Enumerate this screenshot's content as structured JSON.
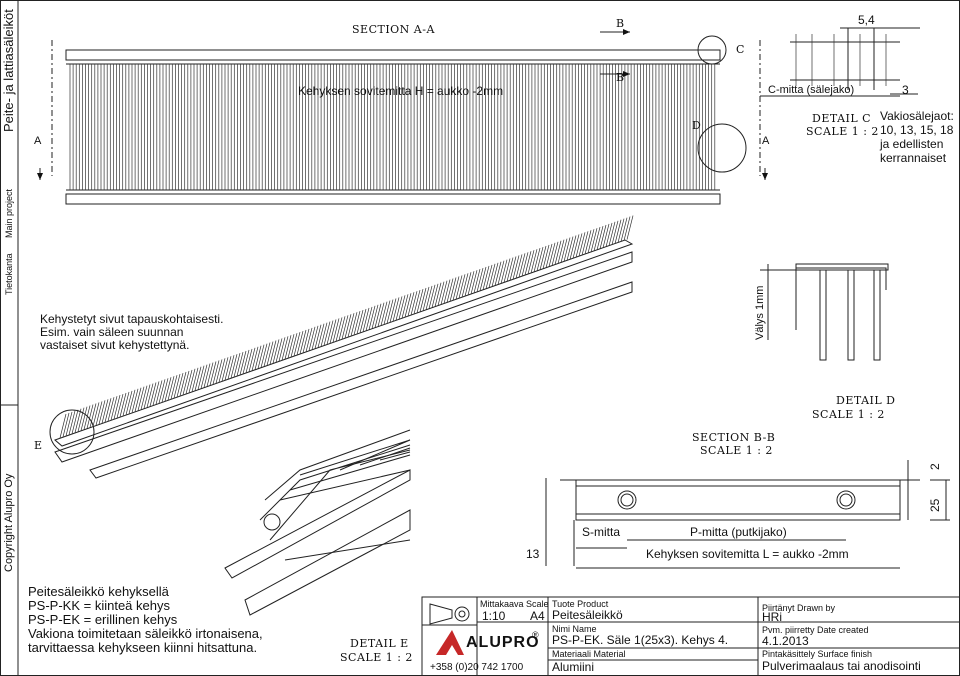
{
  "side_strip": {
    "top_main": "Peite- ja lattiasäleiköt",
    "top_project": "Main project",
    "top_db": "Tietokanta",
    "copyright": "Copyright Alupro Oy"
  },
  "section_aa": {
    "title": "SECTION A-A",
    "left_marker": "A",
    "right_marker": "A",
    "height_note": "Kehyksen sovitemitta H = aukko -2mm",
    "b_top": "B",
    "b_bottom": "B",
    "c_marker": "C",
    "d_marker": "D"
  },
  "detail_c": {
    "title": "DETAIL C",
    "scale": "SCALE 1 : 2",
    "pitch_label": "C-mitta (sälejako)",
    "dim_top": "5,4",
    "dim_right": "3",
    "standard_title": "Vakiosälejaot:",
    "standard_values": "10, 13, 15, 18",
    "standard_extra1": "ja edellisten",
    "standard_extra2": "kerrannaiset"
  },
  "detail_d": {
    "title": "DETAIL D",
    "scale": "SCALE 1 : 2",
    "gap": "Välys 1mm"
  },
  "iso_notes": {
    "line1": "Kehystetyt sivut tapauskohtaisesti.",
    "line2": "Esim. vain säleen suunnan",
    "line3": "vastaiset sivut kehystettynä.",
    "e_marker": "E"
  },
  "section_bb": {
    "title": "SECTION B-B",
    "scale": "SCALE 1 : 2",
    "s_label": "S-mitta",
    "p_label": "P-mitta (putkijako)",
    "length_note": "Kehyksen sovitemitta L = aukko -2mm",
    "dim_left": "13",
    "dim_right_small": "2",
    "dim_right_big": "25"
  },
  "detail_e": {
    "title": "DETAIL E",
    "scale": "SCALE 1 : 2"
  },
  "notes_block": {
    "line1": "Peitesäleikkö kehyksellä",
    "line2": "PS-P-KK = kiinteä kehys",
    "line3": "PS-P-EK = erillinen kehys",
    "line4": "Vakiona toimitetaan säleikkö irtonaisena,",
    "line5": "tarvittaessa kehykseen kiinni hitsattuna."
  },
  "title_block": {
    "logo_text": "ALUPRO",
    "registered": "®",
    "phone": "+358 (0)20 742 1700",
    "scale_label": "Mittakaava  Scale",
    "scale_value": "1:10",
    "paper": "A4",
    "product_label": "Tuote   Product",
    "product_value": "Peitesäleikkö",
    "name_label": "Nimi   Name",
    "name_value": "PS-P-EK. Säle 1(25x3). Kehys 4.",
    "material_label": "Materiaali   Material",
    "material_value": "Alumiini",
    "drawn_label": "Piirtänyt   Drawn by",
    "drawn_value": "HRi",
    "date_label": "Pvm. piirretty   Date created",
    "date_value": "4.1.2013",
    "finish_label": "Pintakäsittely   Surface finish",
    "finish_value": "Pulverimaalaus tai anodisointi"
  }
}
